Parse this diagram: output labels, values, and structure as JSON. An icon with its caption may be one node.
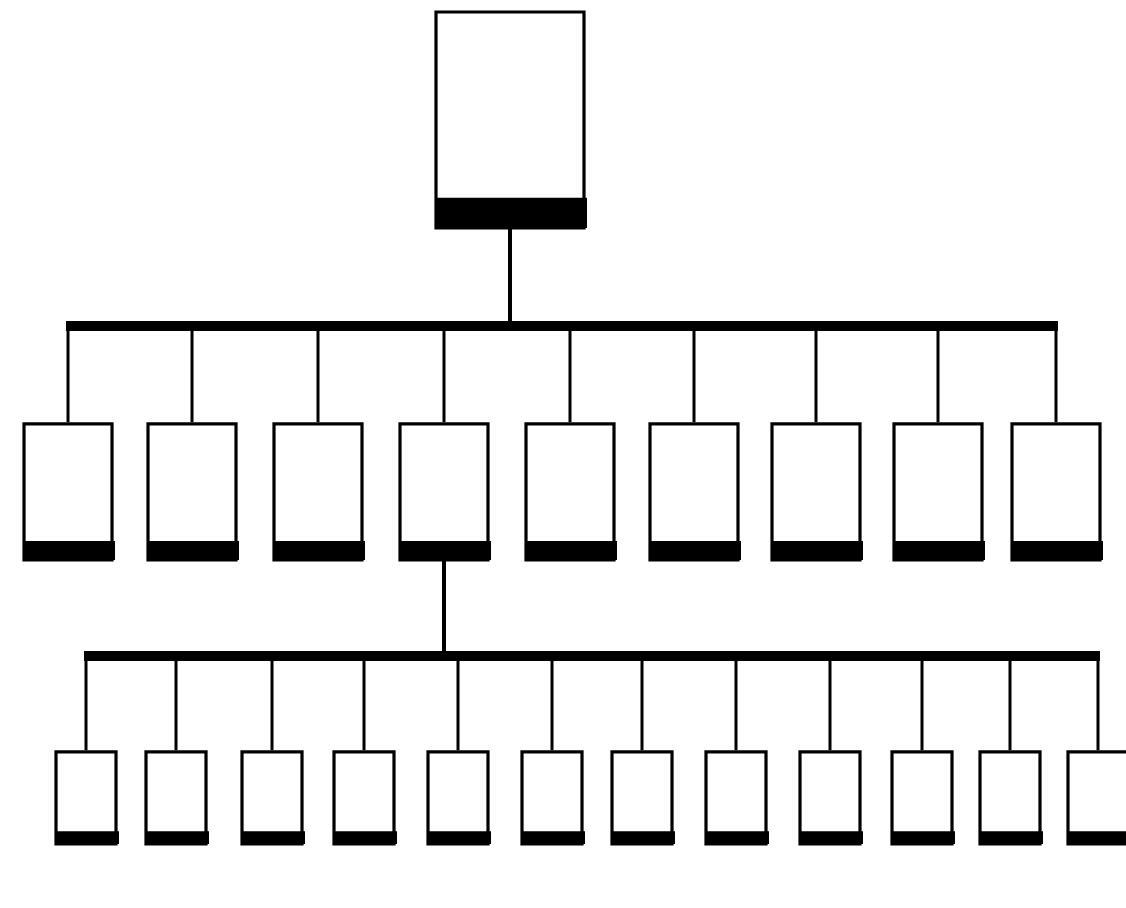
{
  "diagram": {
    "nodes": [
      {
        "text": [],
        "shape": "box"
      },
      {
        "text": [],
        "shape": "box"
      },
      {
        "text": [],
        "shape": "box"
      },
      {
        "text": [],
        "shape": "box"
      },
      {
        "text": [],
        "shape": "box"
      },
      {
        "text": [],
        "shape": "box"
      },
      {
        "text": [],
        "shape": "box"
      },
      {
        "text": [],
        "shape": "box"
      },
      {
        "text": [],
        "shape": "box"
      },
      {
        "text": [],
        "shape": "box"
      },
      {
        "text": [],
        "shape": "box"
      },
      {
        "text": [],
        "shape": "box"
      },
      {
        "text": [],
        "shape": "box"
      },
      {
        "text": [],
        "shape": "box"
      },
      {
        "text": [],
        "shape": "box"
      },
      {
        "text": [],
        "shape": "box"
      },
      {
        "text": [],
        "shape": "box"
      },
      {
        "text": [],
        "shape": "box"
      },
      {
        "text": [],
        "shape": "box"
      },
      {
        "text": [],
        "shape": "box"
      },
      {
        "text": [],
        "shape": "box"
      },
      {
        "text": [],
        "shape": "box"
      }
    ],
    "edges": [
      {
        "from": 0,
        "to": 1,
        "arrow": "none"
      },
      {
        "from": 0,
        "to": 2,
        "arrow": "none"
      },
      {
        "from": 0,
        "to": 3,
        "arrow": "none"
      },
      {
        "from": 0,
        "to": 4,
        "arrow": "none"
      },
      {
        "from": 0,
        "to": 5,
        "arrow": "none"
      },
      {
        "from": 0,
        "to": 6,
        "arrow": "none"
      },
      {
        "from": 0,
        "to": 7,
        "arrow": "none"
      },
      {
        "from": 0,
        "to": 8,
        "arrow": "none"
      },
      {
        "from": 0,
        "to": 9,
        "arrow": "none"
      },
      {
        "from": 4,
        "to": 10,
        "arrow": "none"
      },
      {
        "from": 4,
        "to": 11,
        "arrow": "none"
      },
      {
        "from": 4,
        "to": 12,
        "arrow": "none"
      },
      {
        "from": 4,
        "to": 13,
        "arrow": "none"
      },
      {
        "from": 4,
        "to": 14,
        "arrow": "none"
      },
      {
        "from": 4,
        "to": 15,
        "arrow": "none"
      },
      {
        "from": 4,
        "to": 16,
        "arrow": "none"
      },
      {
        "from": 4,
        "to": 17,
        "arrow": "none"
      },
      {
        "from": 4,
        "to": 18,
        "arrow": "none"
      },
      {
        "from": 4,
        "to": 19,
        "arrow": "none"
      },
      {
        "from": 4,
        "to": 20,
        "arrow": "none"
      },
      {
        "from": 4,
        "to": 21,
        "arrow": "none"
      }
    ]
  }
}
